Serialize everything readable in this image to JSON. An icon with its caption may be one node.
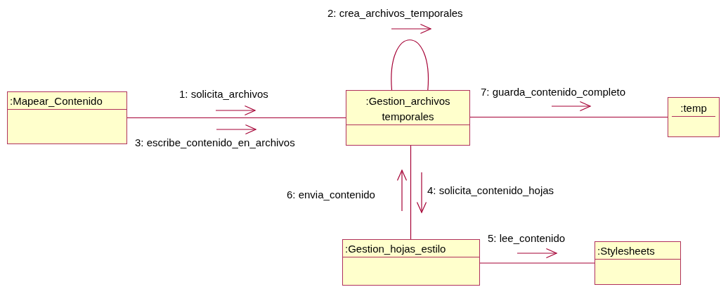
{
  "diagram": {
    "nodes": [
      {
        "text": [
          ":Mapear_Contenido"
        ]
      },
      {
        "text": [
          ":Gestion_archivos temporales"
        ]
      },
      {
        "text": [
          ":temp"
        ]
      },
      {
        "text": [
          ":Gestion_hojas_estilo"
        ]
      },
      {
        "text": [
          ":Stylesheets"
        ]
      }
    ],
    "edges": [
      {
        "from": 0,
        "to": 1,
        "arrow": "none"
      },
      {
        "from": 1,
        "to": 1,
        "arrow": "none"
      },
      {
        "from": 1,
        "to": 2,
        "arrow": "none"
      },
      {
        "from": 1,
        "to": 3,
        "arrow": "none"
      },
      {
        "from": 3,
        "to": 4,
        "arrow": "none"
      }
    ],
    "labels": [
      "2: crea_archivos_temporales",
      "1: solicita_archivos",
      "7: guarda_contenido_completo",
      "3: escribe_contenido_en_archivos",
      "6: envia_contenido",
      "4: solicita_contenido_hojas",
      "5: lee_contenido"
    ]
  }
}
